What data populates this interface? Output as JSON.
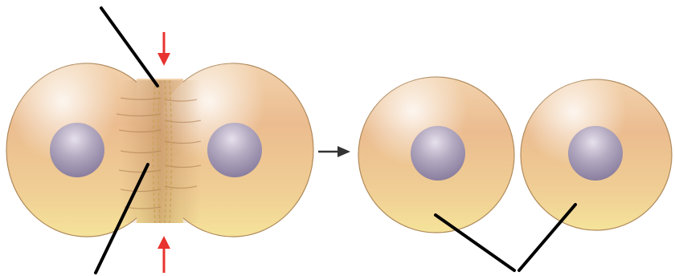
{
  "diagram": {
    "colors": {
      "cell_light": "#f4d9b2",
      "cell_mid": "#e9b98c",
      "cell_bottom": "#f3df95",
      "cell_outline": "#b08a5c",
      "nucleus_light": "#e4deea",
      "nucleus_dark": "#8b7f9a",
      "label_line": "#000000",
      "arrow_red": "#e8332e",
      "arrow_dark": "#333333",
      "furrow": "#c9a35a"
    },
    "stages": [
      {
        "name": "cleavage-furrow-stage",
        "cells": 2,
        "nuclei": 2
      },
      {
        "name": "daughter-cells-stage",
        "cells": 2,
        "nuclei": 2
      }
    ]
  }
}
